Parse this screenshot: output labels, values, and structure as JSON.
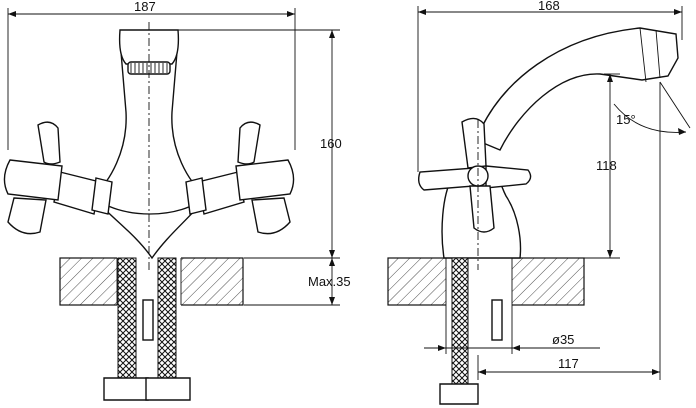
{
  "dimensions": {
    "front_width": "187",
    "front_height": "160",
    "max_thickness": "Max.35",
    "side_length": "168",
    "side_angle": "15°",
    "side_height": "118",
    "hole_diameter": "ø35",
    "side_reach": "117"
  }
}
